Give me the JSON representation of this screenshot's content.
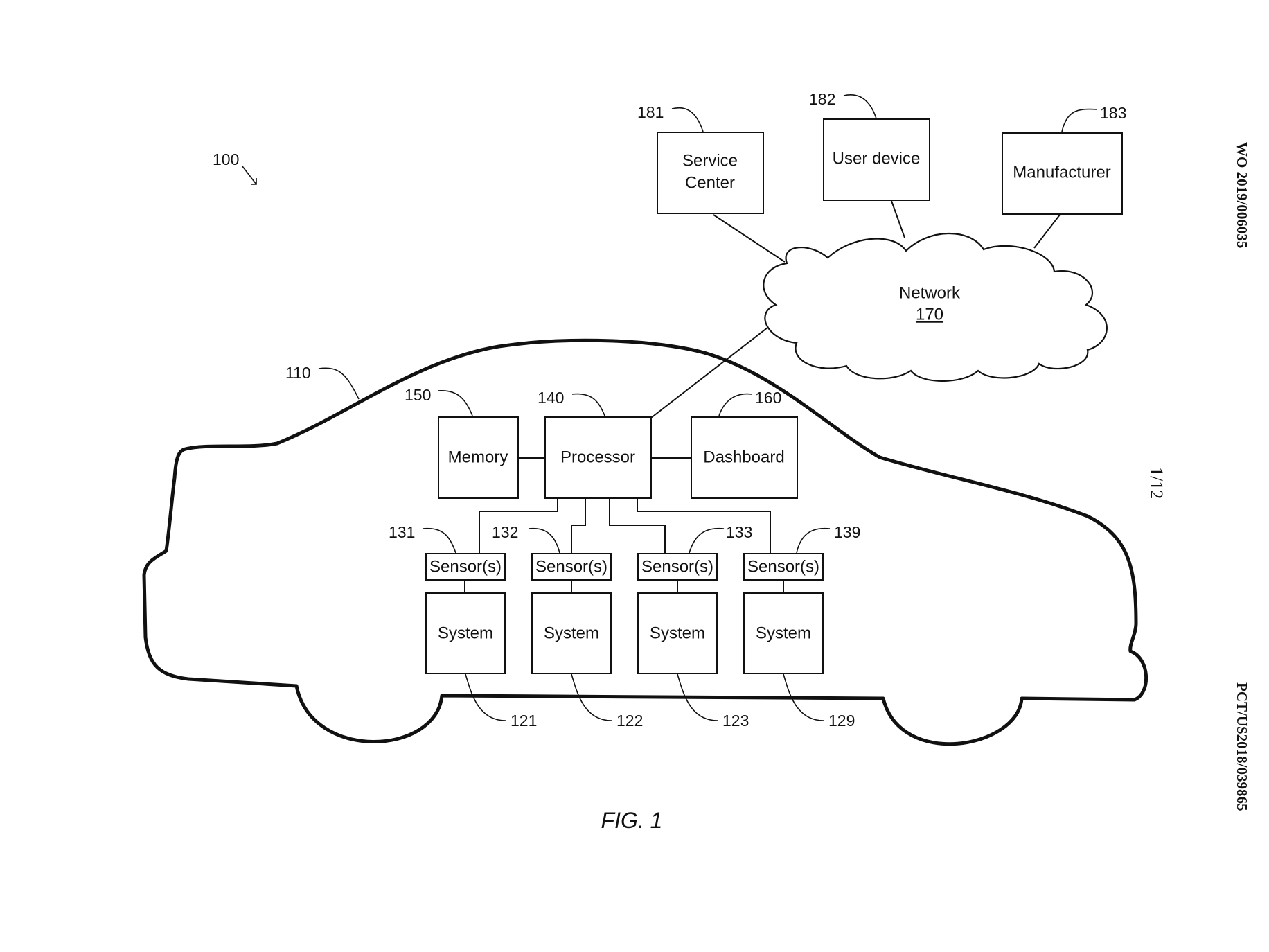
{
  "figure_label": "FIG. 1",
  "system_ref": "100",
  "side_texts": {
    "publication": "WO 2019/006035",
    "sheet": "1/12",
    "application": "PCT/US2018/039865"
  },
  "vehicle": {
    "ref": "110"
  },
  "network": {
    "label": "Network",
    "ref": "170"
  },
  "external": {
    "service_center": {
      "line1": "Service",
      "line2": "Center",
      "ref": "181"
    },
    "user_device": {
      "label": "User device",
      "ref": "182"
    },
    "manufacturer": {
      "label": "Manufacturer",
      "ref": "183"
    }
  },
  "onboard": {
    "memory": {
      "label": "Memory",
      "ref": "150"
    },
    "processor": {
      "label": "Processor",
      "ref": "140"
    },
    "dashboard": {
      "label": "Dashboard",
      "ref": "160"
    }
  },
  "sensors": [
    {
      "label": "Sensor(s)",
      "ref": "131"
    },
    {
      "label": "Sensor(s)",
      "ref": "132"
    },
    {
      "label": "Sensor(s)",
      "ref": "133"
    },
    {
      "label": "Sensor(s)",
      "ref": "139"
    }
  ],
  "systems": [
    {
      "label": "System",
      "ref": "121"
    },
    {
      "label": "System",
      "ref": "122"
    },
    {
      "label": "System",
      "ref": "123"
    },
    {
      "label": "System",
      "ref": "129"
    }
  ]
}
